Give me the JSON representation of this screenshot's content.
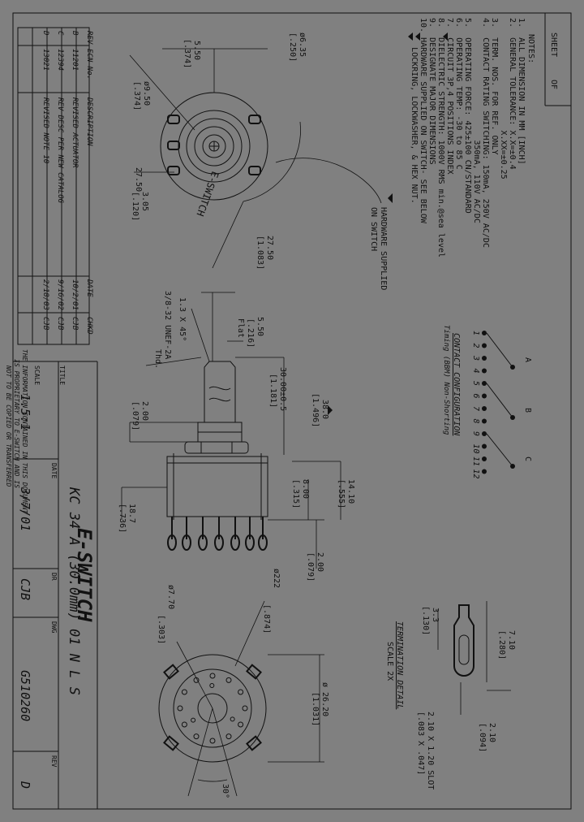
{
  "title_block": {
    "sheet_label": "SHEET",
    "of_label": "OF",
    "title_label": "TITLE",
    "title_value": "KC 34 A (30.0mm) 01 N L S",
    "scale_label": "SCALE",
    "scale_value": "1.5:1",
    "date_label": "DATE",
    "date_value": "3/7/01",
    "dr_label": "DR",
    "dr_value": "CJB",
    "dwg_label": "DWG",
    "dwg_value": "G510260",
    "rev_label": "REV",
    "rev_value": "D",
    "brand": "E-SWITCH",
    "proprietary": [
      "THE INFORMATION CONTAINED IN THIS DOCUMENT",
      "IS PROPRIETARY TO E-SWITCH AND IS",
      "NOT TO BE COPIED OR TRANSFERRED"
    ]
  },
  "revisions": {
    "headers": [
      "REV",
      "ECN No.",
      "DESCRIPTION",
      "DATE",
      "CHKD"
    ],
    "rows": [
      [
        "D",
        "13021",
        "REVISED NOTE 10",
        "2/18/03",
        "CJB"
      ],
      [
        "C",
        "12394",
        "REV DESC PER NEW CATALOG",
        "9/16/02",
        "CJB"
      ],
      [
        "B",
        "11201",
        "REVISED ACTUATOR",
        "10/2/01",
        "CJB"
      ]
    ]
  },
  "notes": {
    "heading": "NOTES:",
    "lines": [
      "1.  ALL DIMENSION IN MM [INCH]",
      "2.  GENERAL TOLERANCE: X.X=±0.4",
      "                       X.XX=±0.25",
      "3.  TERM. NOS. FOR REF. ONLY",
      "4.  CONTACT RATING SWITCHING: 150mA, 250V AC/DC",
      "                         350mA, 110V AC/DC",
      "5.  OPERATING FORCE: 425±100 CN/STANDARD",
      "6.  OPERATING TEMP: -30 to 85 C",
      "7.  CIRCUIT 3P,4 POSITIONS INDEX",
      "8.  DIELECTRIC STRENGTH: 1000V RMS min.@sea level",
      "9.  DESIGNATE MAJOR DIMENSIONS",
      "10. HARDWARE SUPPLIED ON SWITCH- SEE BELOW",
      "      LOCKRING, LOCKWASHER, & HEX NUT."
    ]
  },
  "contact_config": {
    "title": "CONTACT CONFIGURATION",
    "timing": "Timing (BBM) Non-Shorting",
    "numbers": [
      "1",
      "2",
      "3",
      "4",
      "5",
      "6",
      "7",
      "8",
      "9",
      "10",
      "11",
      "12"
    ],
    "poles": [
      "A",
      "B",
      "C"
    ]
  },
  "hardware_note": [
    "HARDWARE SUPPLIED",
    "ON SWITCH"
  ],
  "top_view": {
    "d1": "5.50",
    "d1_in": "[.374]",
    "d2": "ø6.35",
    "d2_in": "[.250]",
    "d3": "ø9.50",
    "d3_in": "[.374]",
    "d4": "3.05",
    "d4_in": "[.120]",
    "d5": "27.50",
    "d5_in": "[1.083]",
    "logo": "E-SWITCH"
  },
  "side_view": {
    "chamfer": "1.3 X 45°",
    "thread": "3/8-32 UNEF-2A",
    "thread2": "Thd.",
    "flat": "5.50",
    "flat_in": "[.216]",
    "flat_lbl": "Flat",
    "len": "30.00±0.5",
    "len_in": "[1.181]",
    "total": "38.0",
    "total_in": "[1.496]",
    "shoulder": "2.00",
    "shoulder_in": "[.079]",
    "body": "14.10",
    "body_in": "[.555]",
    "pin": "8.00",
    "pin_in": "[.315]",
    "pins": "18.7",
    "pins_in": "[.736]",
    "term": "2.00",
    "term_in": "[.079]"
  },
  "bottom_view": {
    "d1": "ø222",
    "d1_in": "[.874]",
    "d2": "ø7.70",
    "d2_in": "[.303]",
    "d3": "ø 26.20",
    "d3_in": "[1.031]",
    "angle": "30°"
  },
  "term_detail": {
    "title": "TERMINATION DETAIL",
    "scale": "SCALE 2X",
    "a": "7.10",
    "a_in": "[.280]",
    "b": "3.3",
    "b_in": "[.130]",
    "c": "2.10",
    "c_in": "[.094]",
    "slot": "2.10 X 1.20 SLOT",
    "slot_in": "[.083 X .047]"
  }
}
